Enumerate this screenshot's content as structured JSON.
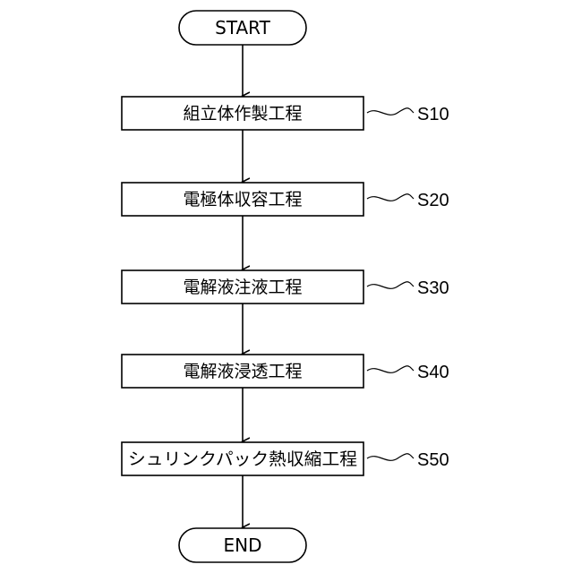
{
  "start_label": "START",
  "end_label": "END",
  "steps": [
    {
      "label": "組立体作製工程",
      "ref": "S10"
    },
    {
      "label": "電極体収容工程",
      "ref": "S20"
    },
    {
      "label": "電解液注液工程",
      "ref": "S30"
    },
    {
      "label": "電解液浸透工程",
      "ref": "S40"
    },
    {
      "label": "シュリンクパック熱収縮工程",
      "ref": "S50"
    }
  ]
}
